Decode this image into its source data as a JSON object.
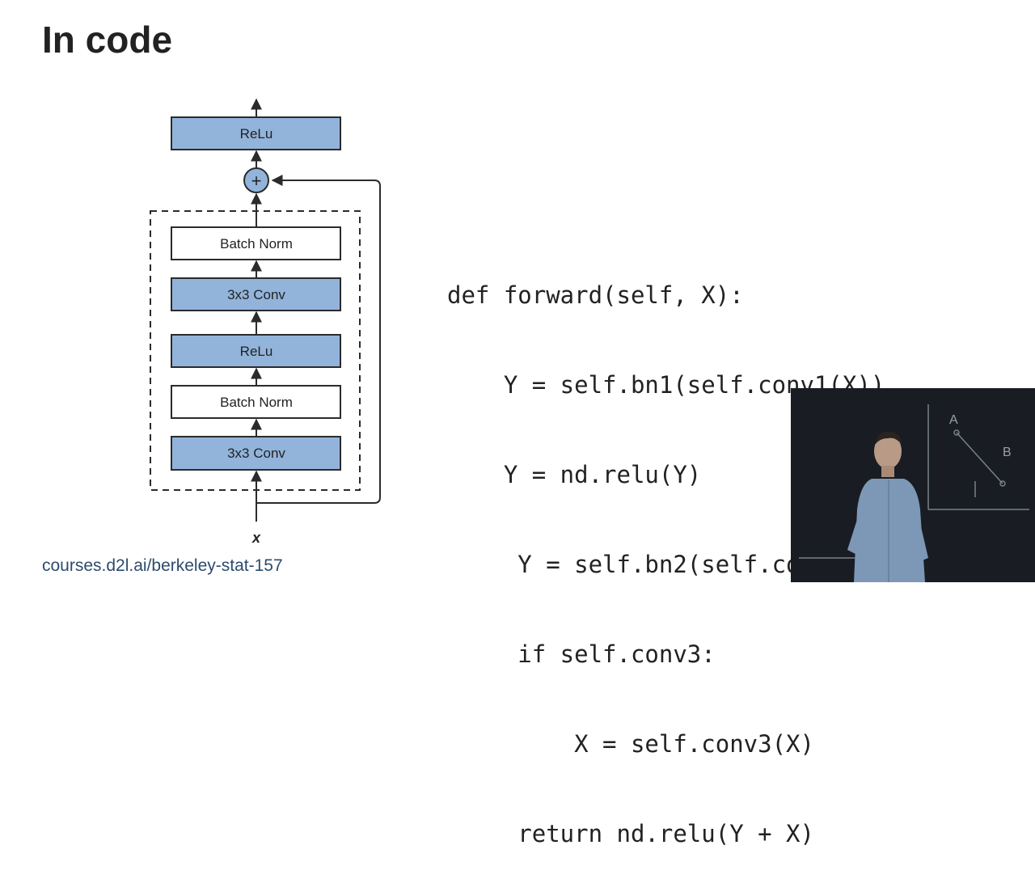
{
  "title": "In code",
  "diagram": {
    "blocks": {
      "relu_top": "ReLu",
      "batch_norm_2": "Batch Norm",
      "conv_2": "3x3 Conv",
      "relu_mid": "ReLu",
      "batch_norm_1": "Batch Norm",
      "conv_1": "3x3 Conv"
    },
    "add_symbol": "+",
    "input_label": "x",
    "colors": {
      "conv_fill": "#92b4db",
      "relu_fill": "#92b4db",
      "norm_fill": "#ffffff",
      "stroke": "#2b2b2b"
    }
  },
  "code": {
    "lines": [
      "def forward(self, X):",
      "    Y = self.bn1(self.conv1(X))",
      "    Y = nd.relu(Y)",
      "     Y = self.bn2(self.conv2(Y))",
      "     if self.conv3:",
      "         X = self.conv3(X)",
      "     return nd.relu(Y + X)"
    ]
  },
  "footer": "courses.d2l.ai/berkeley-stat-157",
  "webcam": {
    "board_letters": [
      "A",
      "B"
    ]
  }
}
